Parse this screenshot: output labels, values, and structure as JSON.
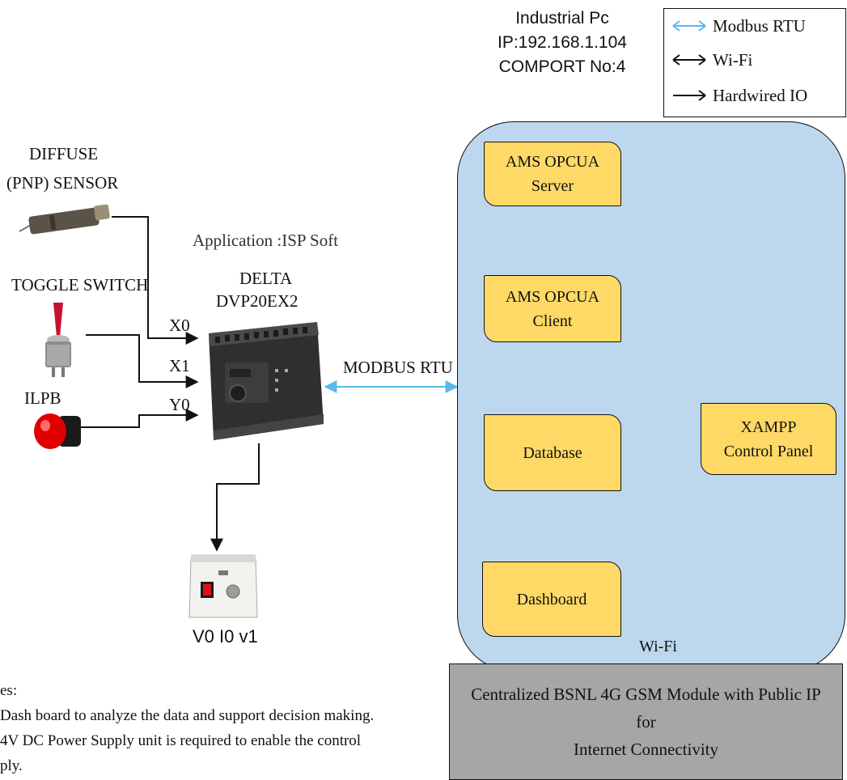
{
  "industrial_pc": {
    "title": "Industrial Pc",
    "ip": "IP:192.168.1.104",
    "comport": "COMPORT No:4"
  },
  "legend": {
    "modbus_label": "Modbus RTU",
    "wifi_label": "Wi-Fi",
    "hardwired_label": "Hardwired IO",
    "modbus_color": "#5bb8ea",
    "wifi_color": "#111111",
    "hardwired_color": "#111111"
  },
  "inputs": {
    "sensor_line1": "DIFFUSE",
    "sensor_line2": "(PNP)  SENSOR",
    "toggle_label": "TOGGLE SWITCH",
    "ilpb_label": "ILPB"
  },
  "plc": {
    "application": "Application :ISP Soft",
    "brand": "DELTA",
    "model": "DVP20EX2",
    "pin_x0": "X0",
    "pin_x1": "X1",
    "pin_y0": "Y0"
  },
  "link": {
    "modbus_label": "MODBUS RTU"
  },
  "power_supply": {
    "label": "V0 I0 v1"
  },
  "pc_blocks": {
    "server_line1": "AMS OPCUA",
    "server_line2": "Server",
    "client_line1": "AMS OPCUA",
    "client_line2": "Client",
    "database": "Database",
    "dashboard": "Dashboard",
    "xampp_line1": "XAMPP",
    "xampp_line2": "Control Panel"
  },
  "wifi_link": {
    "label": "Wi-Fi"
  },
  "gsm": {
    "line1": "Centralized BSNL 4G GSM Module with Public IP for",
    "line2": "Internet Connectivity"
  },
  "notes": {
    "heading": "es:",
    "line1": "Dash board to analyze the data and support decision making.",
    "line2": "4V DC Power Supply unit is required to enable the control",
    "line3": "ply."
  },
  "colors": {
    "panel_fill": "#bdd7ee",
    "block_fill": "#ffd966",
    "gsm_fill": "#a6a6a6"
  }
}
